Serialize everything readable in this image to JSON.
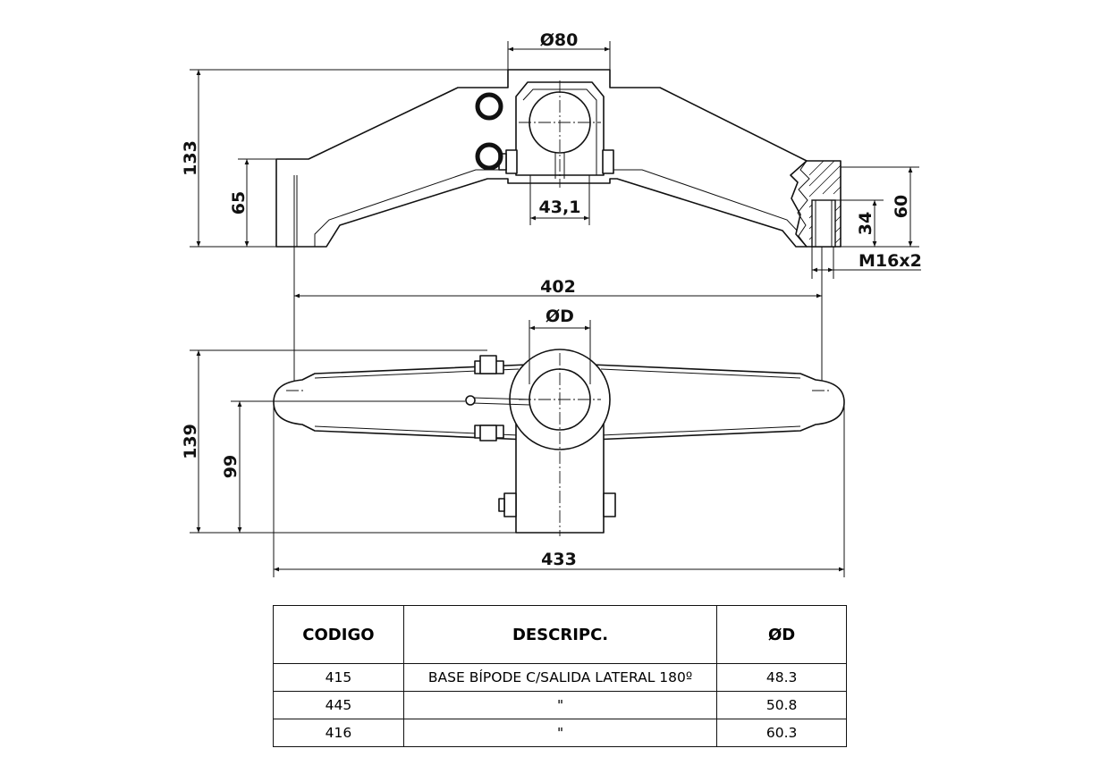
{
  "dimensions": {
    "pipe_diameter": "Ø80",
    "total_height": "133",
    "base_height": "65",
    "clamp_width": "43,1",
    "end_height": "60",
    "thread_depth": "34",
    "thread": "M16x2",
    "span": "402",
    "bore_diameter": "ØD",
    "plan_depth": "139",
    "plan_offset": "99",
    "total_length": "433"
  },
  "table": {
    "headers": [
      "CODIGO",
      "DESCRIPC.",
      "ØD"
    ],
    "rows": [
      {
        "code": "415",
        "description": "BASE BÍPODE C/SALIDA LATERAL 180º",
        "diameter": "48.3"
      },
      {
        "code": "445",
        "description": "\"",
        "diameter": "50.8"
      },
      {
        "code": "416",
        "description": "\"",
        "diameter": "60.3"
      }
    ]
  },
  "colors": {
    "line": "#111111",
    "background": "#ffffff"
  }
}
